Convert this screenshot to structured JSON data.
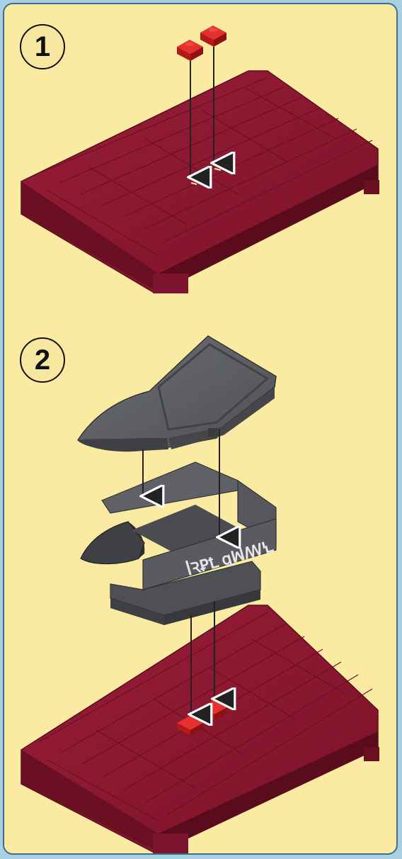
{
  "steps": [
    {
      "number": "1"
    },
    {
      "number": "2"
    }
  ],
  "colors": {
    "background": "#faeaa2",
    "frame": "#3d6e8a",
    "baseplate": "#8a1731",
    "brick_red": "#d41f1f",
    "gray_part": "#5b5d61"
  },
  "icons": [
    "down-arrow-icon"
  ],
  "inscription": "ꟾꝚꝐꝈ ꝗꟽꟿꝆ"
}
